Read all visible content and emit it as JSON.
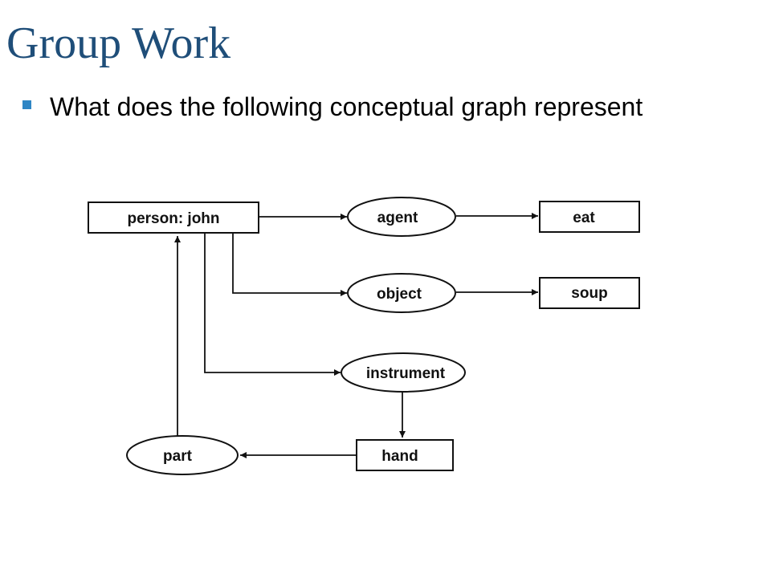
{
  "slide": {
    "title": "Group Work",
    "bullet": "What does the following conceptual graph represent"
  },
  "colors": {
    "title": "#1f4e79",
    "bullet_marker": "#2f86c5",
    "ink": "#111111"
  },
  "graph": {
    "nodes": {
      "person_john": "person: john",
      "agent": "agent",
      "eat": "eat",
      "object": "object",
      "soup": "soup",
      "instrument": "instrument",
      "hand": "hand",
      "part": "part"
    }
  }
}
